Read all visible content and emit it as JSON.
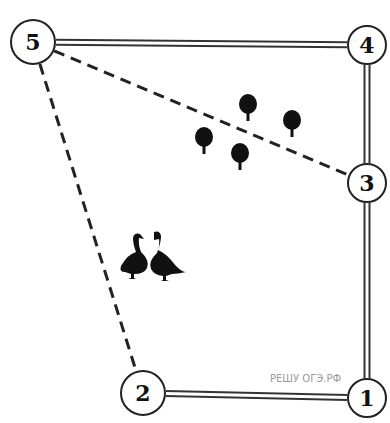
{
  "diagram": {
    "nodes": [
      {
        "text": [
          "5"
        ]
      },
      {
        "text": [
          "4"
        ]
      },
      {
        "text": [
          "3"
        ]
      },
      {
        "text": [
          "2"
        ]
      },
      {
        "text": [
          "1"
        ]
      }
    ],
    "edges": [
      {
        "from": 0,
        "to": 1,
        "arrow": "none"
      },
      {
        "from": 1,
        "to": 2,
        "arrow": "none"
      },
      {
        "from": 2,
        "to": 4,
        "arrow": "none"
      },
      {
        "from": 3,
        "to": 4,
        "arrow": "none"
      },
      {
        "from": 0,
        "to": 3,
        "arrow": "none"
      },
      {
        "from": 0,
        "to": 2,
        "arrow": "none"
      }
    ],
    "labels": [
      "РЕШУ ОГЭ.РФ"
    ]
  }
}
